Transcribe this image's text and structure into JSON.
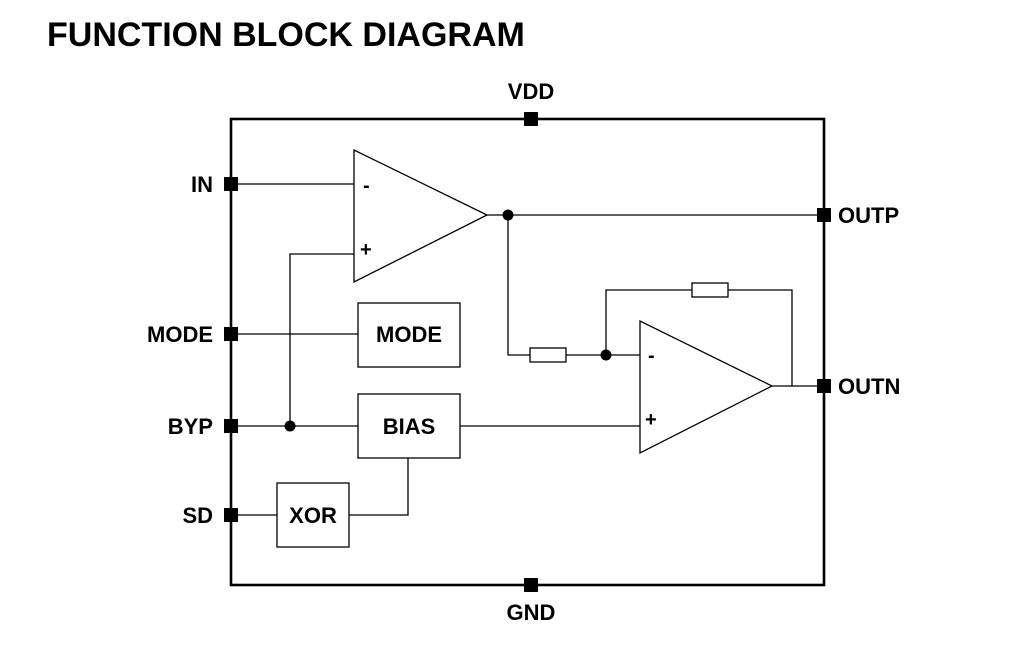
{
  "title": "FUNCTION BLOCK DIAGRAM",
  "pins": {
    "vdd": "VDD",
    "gnd": "GND",
    "in": "IN",
    "mode": "MODE",
    "byp": "BYP",
    "sd": "SD",
    "outp": "OUTP",
    "outn": "OUTN"
  },
  "blocks": {
    "mode": "MODE",
    "bias": "BIAS",
    "xor": "XOR"
  },
  "amp1": {
    "minus": "-",
    "plus": "+"
  },
  "amp2": {
    "minus": "-",
    "plus": "+"
  }
}
